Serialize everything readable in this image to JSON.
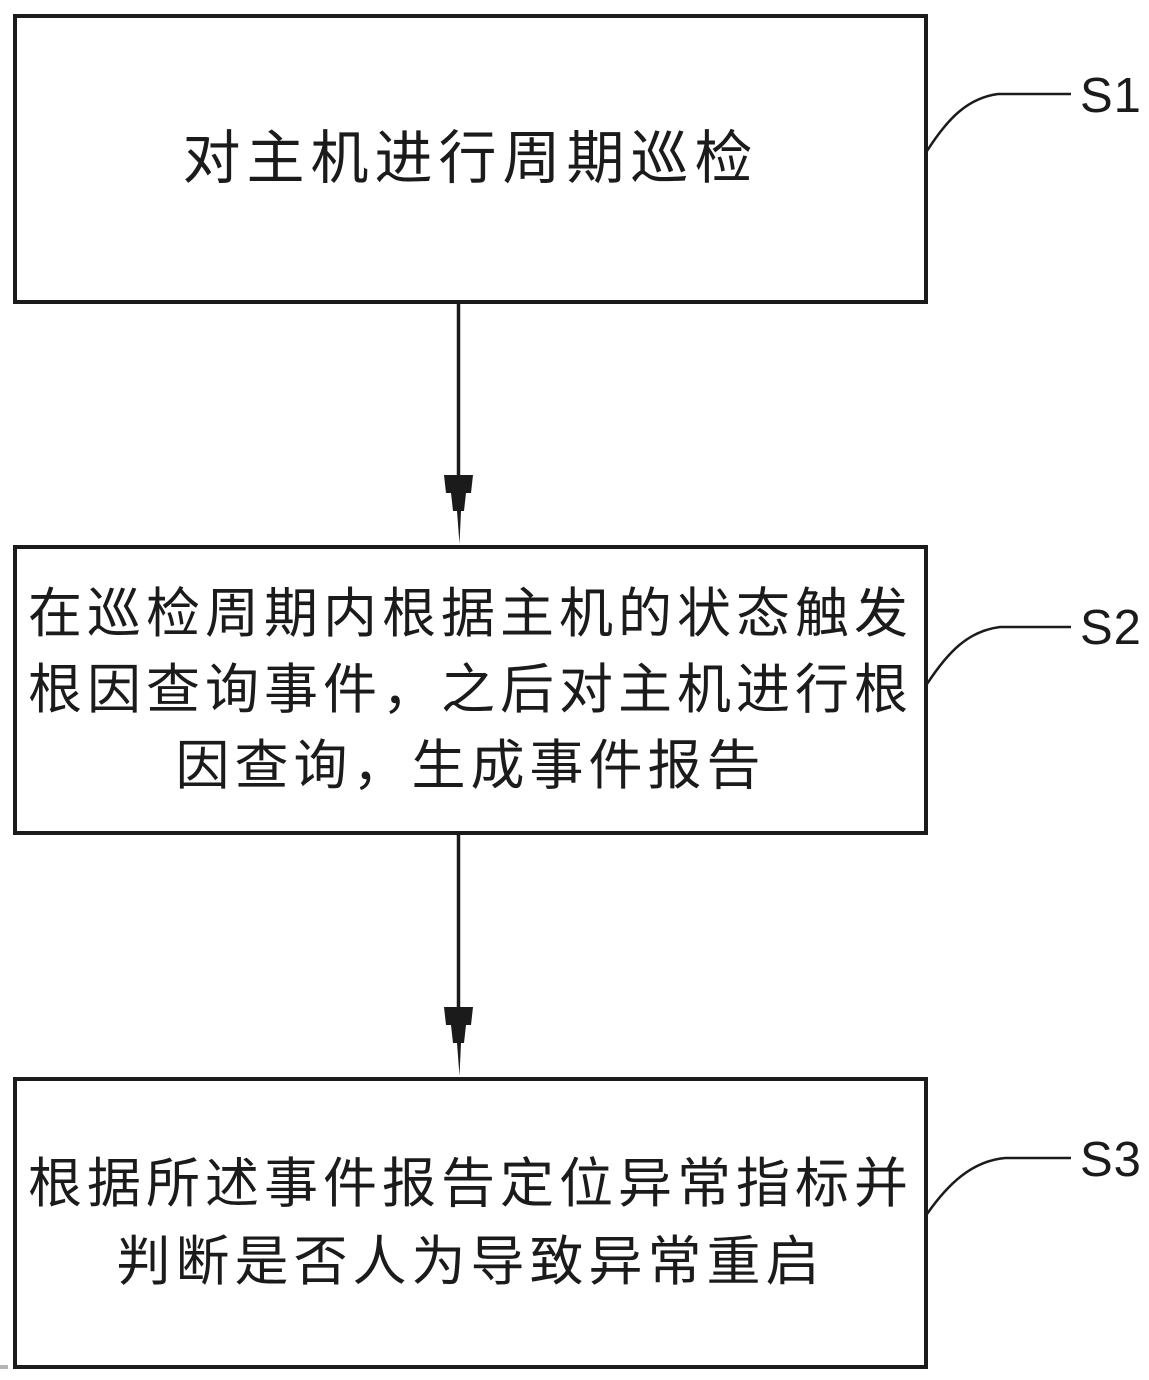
{
  "flowchart": {
    "type": "vertical-step-flowchart",
    "steps": [
      {
        "label": "S1",
        "text": "对主机进行周期巡检"
      },
      {
        "label": "S2",
        "text": "在巡检周期内根据主机的状态触发\n根因查询事件，之后对主机进行根\n因查询，生成事件报告"
      },
      {
        "label": "S3",
        "text": "根据所述事件报告定位异常指标并\n判断是否人为导致异常重启"
      }
    ],
    "connections": [
      {
        "from": "S1",
        "to": "S2",
        "style": "arrow-down"
      },
      {
        "from": "S2",
        "to": "S3",
        "style": "arrow-down"
      }
    ],
    "colors": {
      "ink": "#1b1b1b",
      "background": "#ffffff"
    }
  }
}
